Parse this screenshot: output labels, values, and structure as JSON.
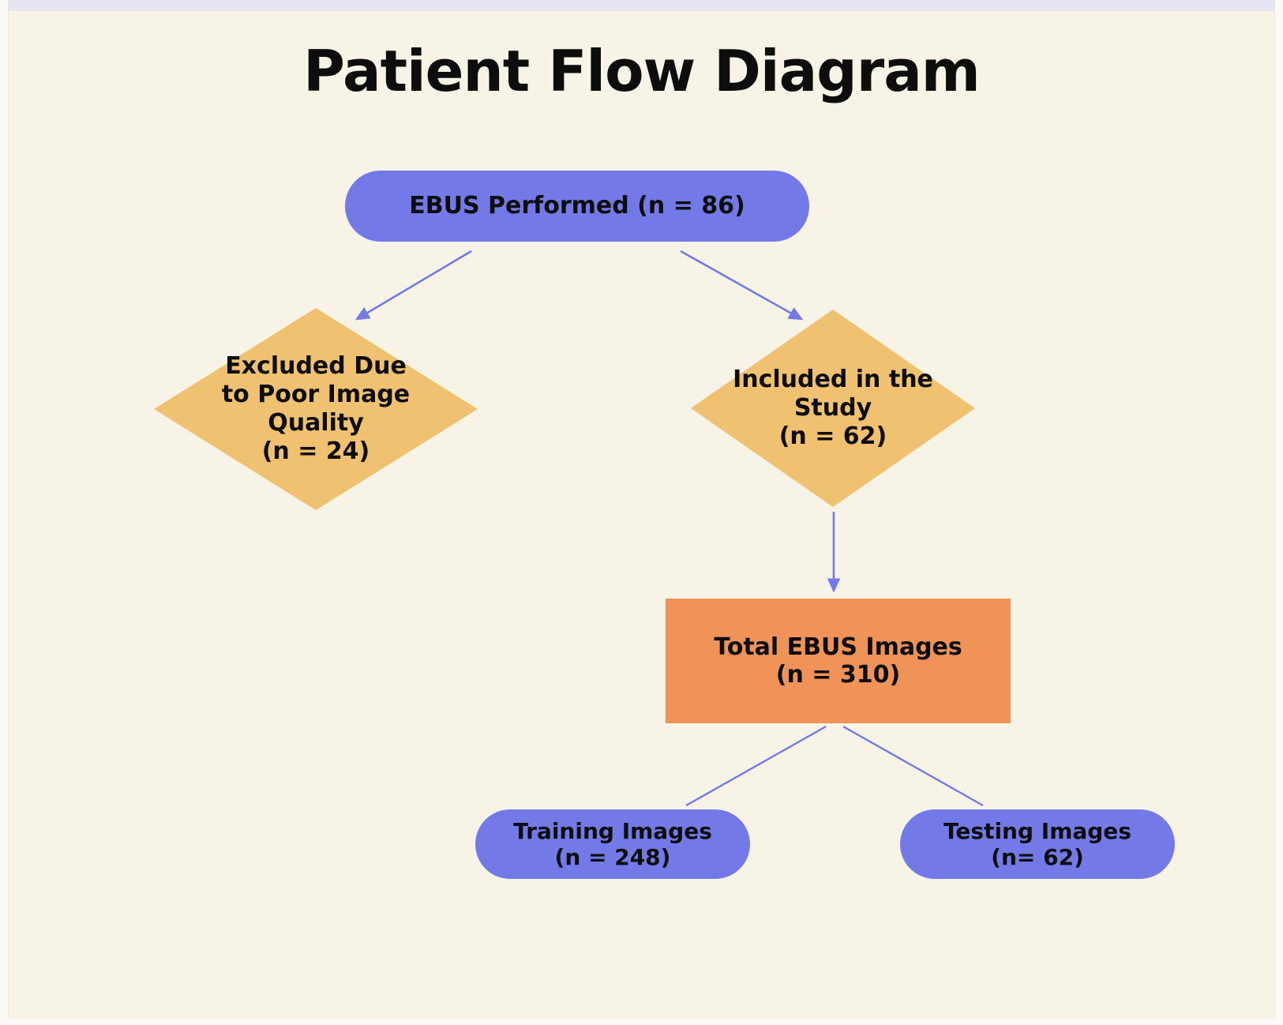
{
  "diagram": {
    "title": "Patient Flow Diagram",
    "type": "flowchart",
    "background_color": "#f7f3e7",
    "colors": {
      "pill": "#7479e8",
      "diamond": "#f0c171",
      "rectangle": "#ef9359",
      "text": "#0d0d0d",
      "edge": "#7479e8"
    },
    "nodes": {
      "ebus_performed": {
        "label": "EBUS Performed (n = 86)",
        "shape": "rounded-pill",
        "color": "#7479e8",
        "count": 86
      },
      "excluded": {
        "label": "Excluded Due\nto Poor Image\nQuality\n(n = 24)",
        "shape": "diamond",
        "color": "#f0c171",
        "count": 24
      },
      "included": {
        "label": "Included in the\nStudy\n(n = 62)",
        "shape": "diamond",
        "color": "#f0c171",
        "count": 62
      },
      "total_images": {
        "label": "Total EBUS Images\n(n = 310)",
        "shape": "rectangle",
        "color": "#ef9359",
        "count": 310
      },
      "training_images": {
        "label": "Training Images\n(n = 248)",
        "shape": "rounded-pill",
        "color": "#7479e8",
        "count": 248
      },
      "testing_images": {
        "label": "Testing Images\n(n= 62)",
        "shape": "rounded-pill",
        "color": "#7479e8",
        "count": 62
      }
    },
    "edges": [
      {
        "from": "ebus_performed",
        "to": "excluded",
        "arrowhead": true
      },
      {
        "from": "ebus_performed",
        "to": "included",
        "arrowhead": true
      },
      {
        "from": "included",
        "to": "total_images",
        "arrowhead": true
      },
      {
        "from": "total_images",
        "to": "training_images",
        "arrowhead": false
      },
      {
        "from": "total_images",
        "to": "testing_images",
        "arrowhead": false
      }
    ]
  }
}
